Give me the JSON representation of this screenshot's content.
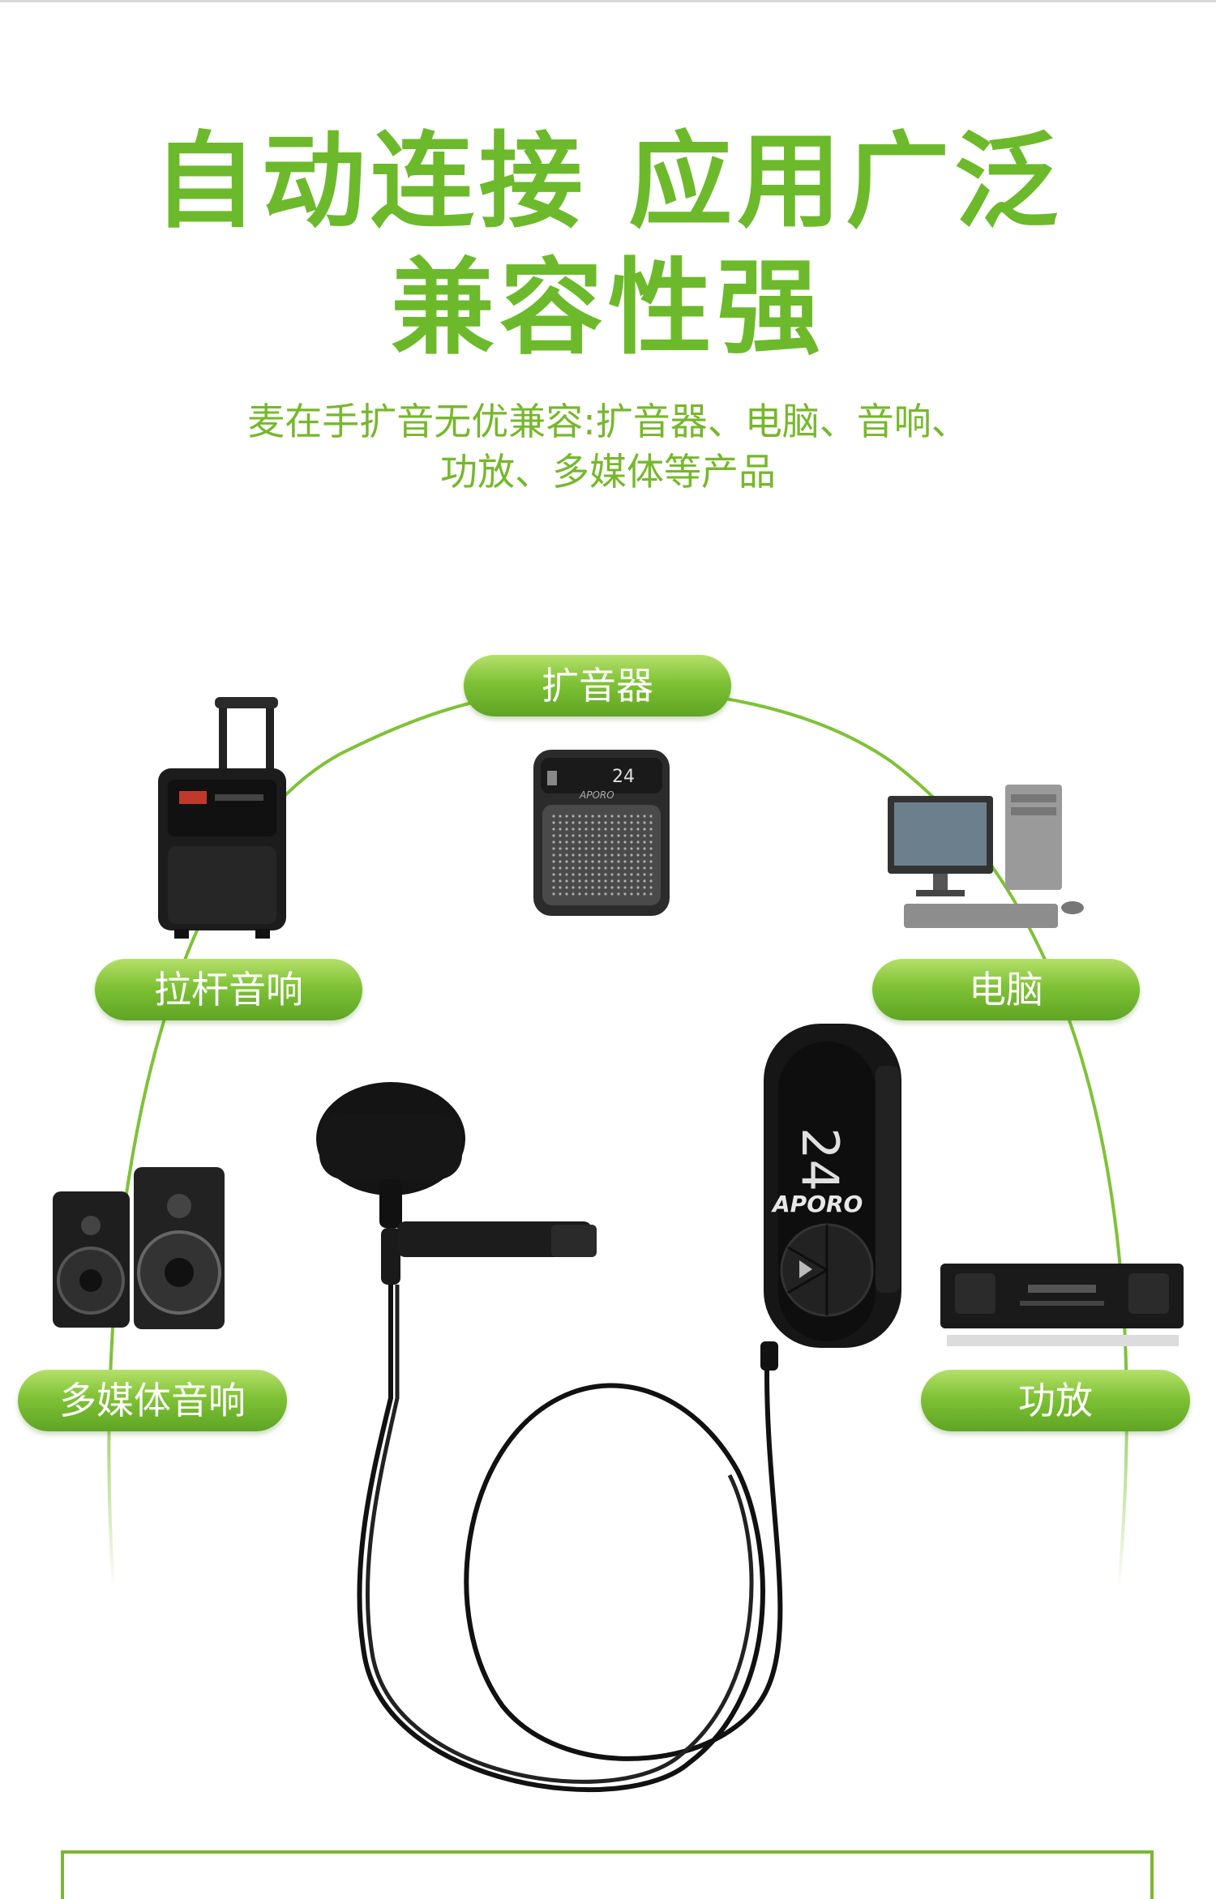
{
  "header": {
    "title_line1": "自动连接 应用广泛",
    "title_line2": "兼容性强",
    "subtitle_line1": "麦在手扩音无优兼容:扩音器、电脑、音响、",
    "subtitle_line2": "功放、多媒体等产品"
  },
  "devices": {
    "amplifier_speaker": "扩音器",
    "trolley_speaker": "拉杆音响",
    "computer": "电脑",
    "multimedia_speaker": "多媒体音响",
    "power_amplifier": "功放"
  },
  "product": {
    "brand": "APORO",
    "display_digits": "24",
    "receiver_display": "24"
  },
  "colors": {
    "accent_green": "#6cba2b",
    "pill_green": "#7fc236",
    "product_black": "#111111"
  }
}
